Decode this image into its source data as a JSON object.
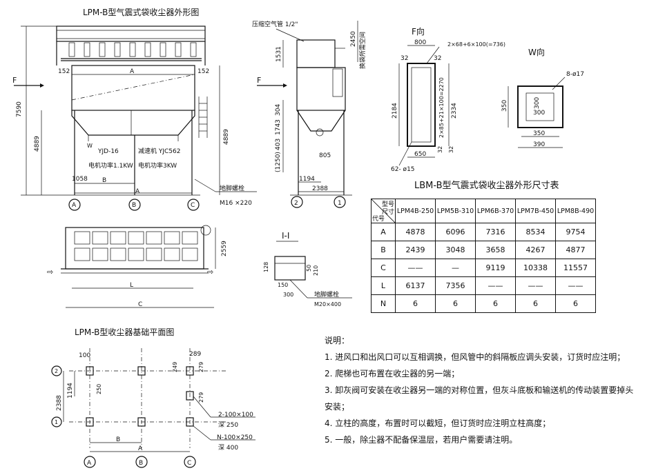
{
  "titles": {
    "main": "LPM-B型气震式袋收尘器外形图",
    "side_pipe": "压缩空气管 1/2\"",
    "f_view": "F向",
    "w_view": "W向",
    "section": "I-I",
    "foundation": "LPM-B型收尘器基础平面图",
    "table": "LBM-B型气震式袋收尘器外形尺寸表"
  },
  "front_view": {
    "dim_7590": "7590",
    "dim_4889": "4889",
    "dim_4889_r": "4889",
    "dim_152_l": "152",
    "dim_152_r": "152",
    "dim_A": "A",
    "dim_1058": "1058",
    "dim_B": "B",
    "dim_A2": "A",
    "label_f": "F",
    "motor1": "YJD-16",
    "motor1_power": "电机功率1.1KW",
    "reducer": "减速机 YJC562",
    "motor2_power": "电机功率3KW",
    "anchor_bolt": "地脚螺栓",
    "anchor_spec": "M16 ×220",
    "col_a": "A",
    "col_b": "B",
    "col_c": "C",
    "w_mark": "W"
  },
  "side_view": {
    "dim_1531": "1531",
    "dim_2450": "2450",
    "clearance": "换袋所需空间",
    "dim_304": "304",
    "dim_1743": "1743",
    "dim_403": "403",
    "dim_1250": "(1250)",
    "dim_805": "805",
    "dim_1194": "1194",
    "dim_2388": "2388",
    "label_f": "F",
    "axis_2": "2",
    "axis_1": "1"
  },
  "f_view": {
    "dim_800": "800",
    "dim_32a": "32",
    "dim_32b": "32",
    "dim_holes_top": "2×68+6×100(=736)",
    "dim_2184": "2184",
    "dim_holes_side": "2×85+21×100=2270",
    "dim_2334": "2334",
    "dim_32c": "32",
    "dim_32d": "32",
    "dim_650": "650",
    "holes": "62- ø15"
  },
  "w_view": {
    "holes": "8-ø17",
    "dim_350v": "350",
    "dim_300v": "300",
    "dim_300h": "300",
    "dim_350h": "350",
    "dim_390": "390"
  },
  "plan_view": {
    "dim_2559": "2559",
    "dim_L": "L",
    "dim_C": "C"
  },
  "section_view": {
    "dim_128": "128",
    "dim_50": "50",
    "dim_210": "210",
    "dim_150": "150",
    "dim_300": "300",
    "anchor_bolt": "地脚螺栓",
    "anchor_spec": "M20×400"
  },
  "foundation": {
    "dim_100": "100",
    "dim_250": "250",
    "dim_1194": "1194",
    "dim_2388": "2388",
    "dim_289": "289",
    "dim_249": "249",
    "dim_279a": "279",
    "dim_279b": "279",
    "pit1": "2-100×100",
    "pit1_depth": "深 250",
    "pit2": "N-100×250",
    "pit2_depth": "深 400",
    "dim_A": "A",
    "dim_B": "B",
    "axis_2": "2",
    "axis_1": "1",
    "col_a": "A",
    "col_b": "B",
    "col_c": "C"
  },
  "table": {
    "corner_model": "型号",
    "corner_size": "尺寸",
    "corner_code": "代号",
    "models": [
      "LPM4B-250",
      "LPM5B-310",
      "LPM6B-370",
      "LPM7B-450",
      "LPM8B-490"
    ],
    "rows": [
      {
        "code": "A",
        "values": [
          "4878",
          "6096",
          "7316",
          "8534",
          "9754"
        ]
      },
      {
        "code": "B",
        "values": [
          "2439",
          "3048",
          "3658",
          "4267",
          "4877"
        ]
      },
      {
        "code": "C",
        "values": [
          "——",
          "—",
          "9119",
          "10338",
          "11557"
        ]
      },
      {
        "code": "L",
        "values": [
          "6137",
          "7356",
          "——",
          "——",
          "——"
        ]
      },
      {
        "code": "N",
        "values": [
          "6",
          "6",
          "6",
          "6",
          "6"
        ]
      }
    ]
  },
  "notes": {
    "heading": "说明：",
    "items": [
      "1. 进风口和出风口可以互相调换，但风管中的斜隔板应调头安装，订货时应注明；",
      "2. 爬梯也可布置在收尘器的另一端；",
      "3. 卸灰阀可安装在收尘器另一端的对称位置，但灰斗底板和输送机的传动装置要掉头",
      "    安装；",
      "4. 立柱的高度，布置时可以截短，但订货时应注明立柱高度；",
      "5. 一般，除尘器不配备保温层，若用户需要请注明。"
    ]
  }
}
